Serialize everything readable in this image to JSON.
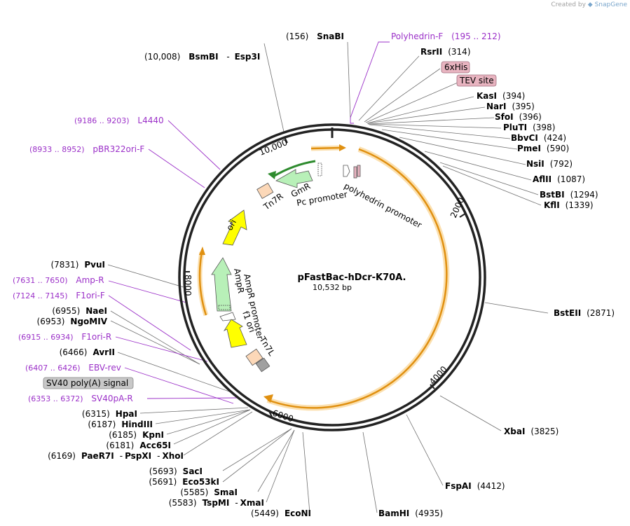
{
  "credit": {
    "prefix": "Created by",
    "brand": "SnapGene"
  },
  "plasmid": {
    "name": "pFastBac-hDcr-K70A.",
    "length": "10,532 bp"
  },
  "ring_ticks": [
    "2000",
    "4000",
    "6000",
    "8000",
    "10,000"
  ],
  "sites_top_left": [
    {
      "num": "(156)",
      "name": "SnaBI"
    },
    {
      "num": "(10,008)",
      "name": "BsmBI",
      "sep": "-",
      "name2": "Esp3I"
    }
  ],
  "primers": [
    {
      "label": "Polyhedrin-F",
      "range": "(195 .. 212)"
    },
    {
      "label": "L4440",
      "range": "(9186 .. 9203)"
    },
    {
      "label": "pBR322ori-F",
      "range": "(8933 .. 8952)"
    },
    {
      "label": "Amp-R",
      "range": "(7631 .. 7650)"
    },
    {
      "label": "F1ori-F",
      "range": "(7124 .. 7145)"
    },
    {
      "label": "F1ori-R",
      "range": "(6915 .. 6934)"
    },
    {
      "label": "EBV-rev",
      "range": "(6407 .. 6426)"
    },
    {
      "label": "SV40pA-R",
      "range": "(6353 .. 6372)"
    }
  ],
  "boxed_features": {
    "his": "6xHis",
    "tev": "TEV site",
    "sv40": "SV40 poly(A) signal"
  },
  "sites_right": [
    {
      "name": "RsrII",
      "num": "(314)"
    },
    {
      "name": "KasI",
      "num": "(394)"
    },
    {
      "name": "NarI",
      "num": "(395)"
    },
    {
      "name": "SfoI",
      "num": "(396)"
    },
    {
      "name": "PluTI",
      "num": "(398)"
    },
    {
      "name": "BbvCI",
      "num": "(424)"
    },
    {
      "name": "PmeI",
      "num": "(590)"
    },
    {
      "name": "NsiI",
      "num": "(792)"
    },
    {
      "name": "AflII",
      "num": "(1087)"
    },
    {
      "name": "BstBI",
      "num": "(1294)"
    },
    {
      "name": "KflI",
      "num": "(1339)"
    },
    {
      "name": "BstEII",
      "num": "(2871)"
    },
    {
      "name": "XbaI",
      "num": "(3825)"
    },
    {
      "name": "FspAI",
      "num": "(4412)"
    }
  ],
  "sites_left": [
    {
      "num": "(7831)",
      "name": "PvuI"
    },
    {
      "num": "(6955)",
      "name": "NaeI"
    },
    {
      "num": "(6953)",
      "name": "NgoMIV"
    },
    {
      "num": "(6466)",
      "name": "AvrII"
    },
    {
      "num": "(6315)",
      "name": "HpaI"
    },
    {
      "num": "(6187)",
      "name": "HindIII"
    },
    {
      "num": "(6185)",
      "name": "KpnI"
    },
    {
      "num": "(6181)",
      "name": "Acc65I"
    },
    {
      "num": "(6169)",
      "name": "PaeR7I",
      "sep": "-",
      "name2": "PspXI",
      "sep2": "-",
      "name3": "XhoI"
    },
    {
      "num": "(5693)",
      "name": "SacI"
    },
    {
      "num": "(5691)",
      "name": "Eco53kI"
    },
    {
      "num": "(5585)",
      "name": "SmaI"
    },
    {
      "num": "(5583)",
      "name": "TspMI",
      "sep": "-",
      "name2": "XmaI"
    },
    {
      "num": "(5449)",
      "name": "EcoNI"
    }
  ],
  "site_bottom": {
    "name": "BamHI",
    "num": "(4935)"
  },
  "features": {
    "ori": "ori",
    "tn7r": "Tn7R",
    "gmr": "GmR",
    "pc_promoter": "Pc promoter",
    "polyhedrin_promoter": "polyhedrin promoter",
    "ampr_promoter": "AmpR promoter",
    "ampr": "AmpR",
    "f1_ori": "f1 ori",
    "tn7l": "Tn7L"
  },
  "colors": {
    "backbone": "#222222",
    "orf": "#f0a830",
    "orf_glow": "#fbe0b0",
    "ori": "#ffff00",
    "green": "#b8f0b8",
    "green_dark": "#2e8b2e",
    "tn7": "#fcd8b8",
    "primer": "#9b30c8",
    "box_pink": "#e8b4c0",
    "box_grey": "#c8c8c8"
  }
}
